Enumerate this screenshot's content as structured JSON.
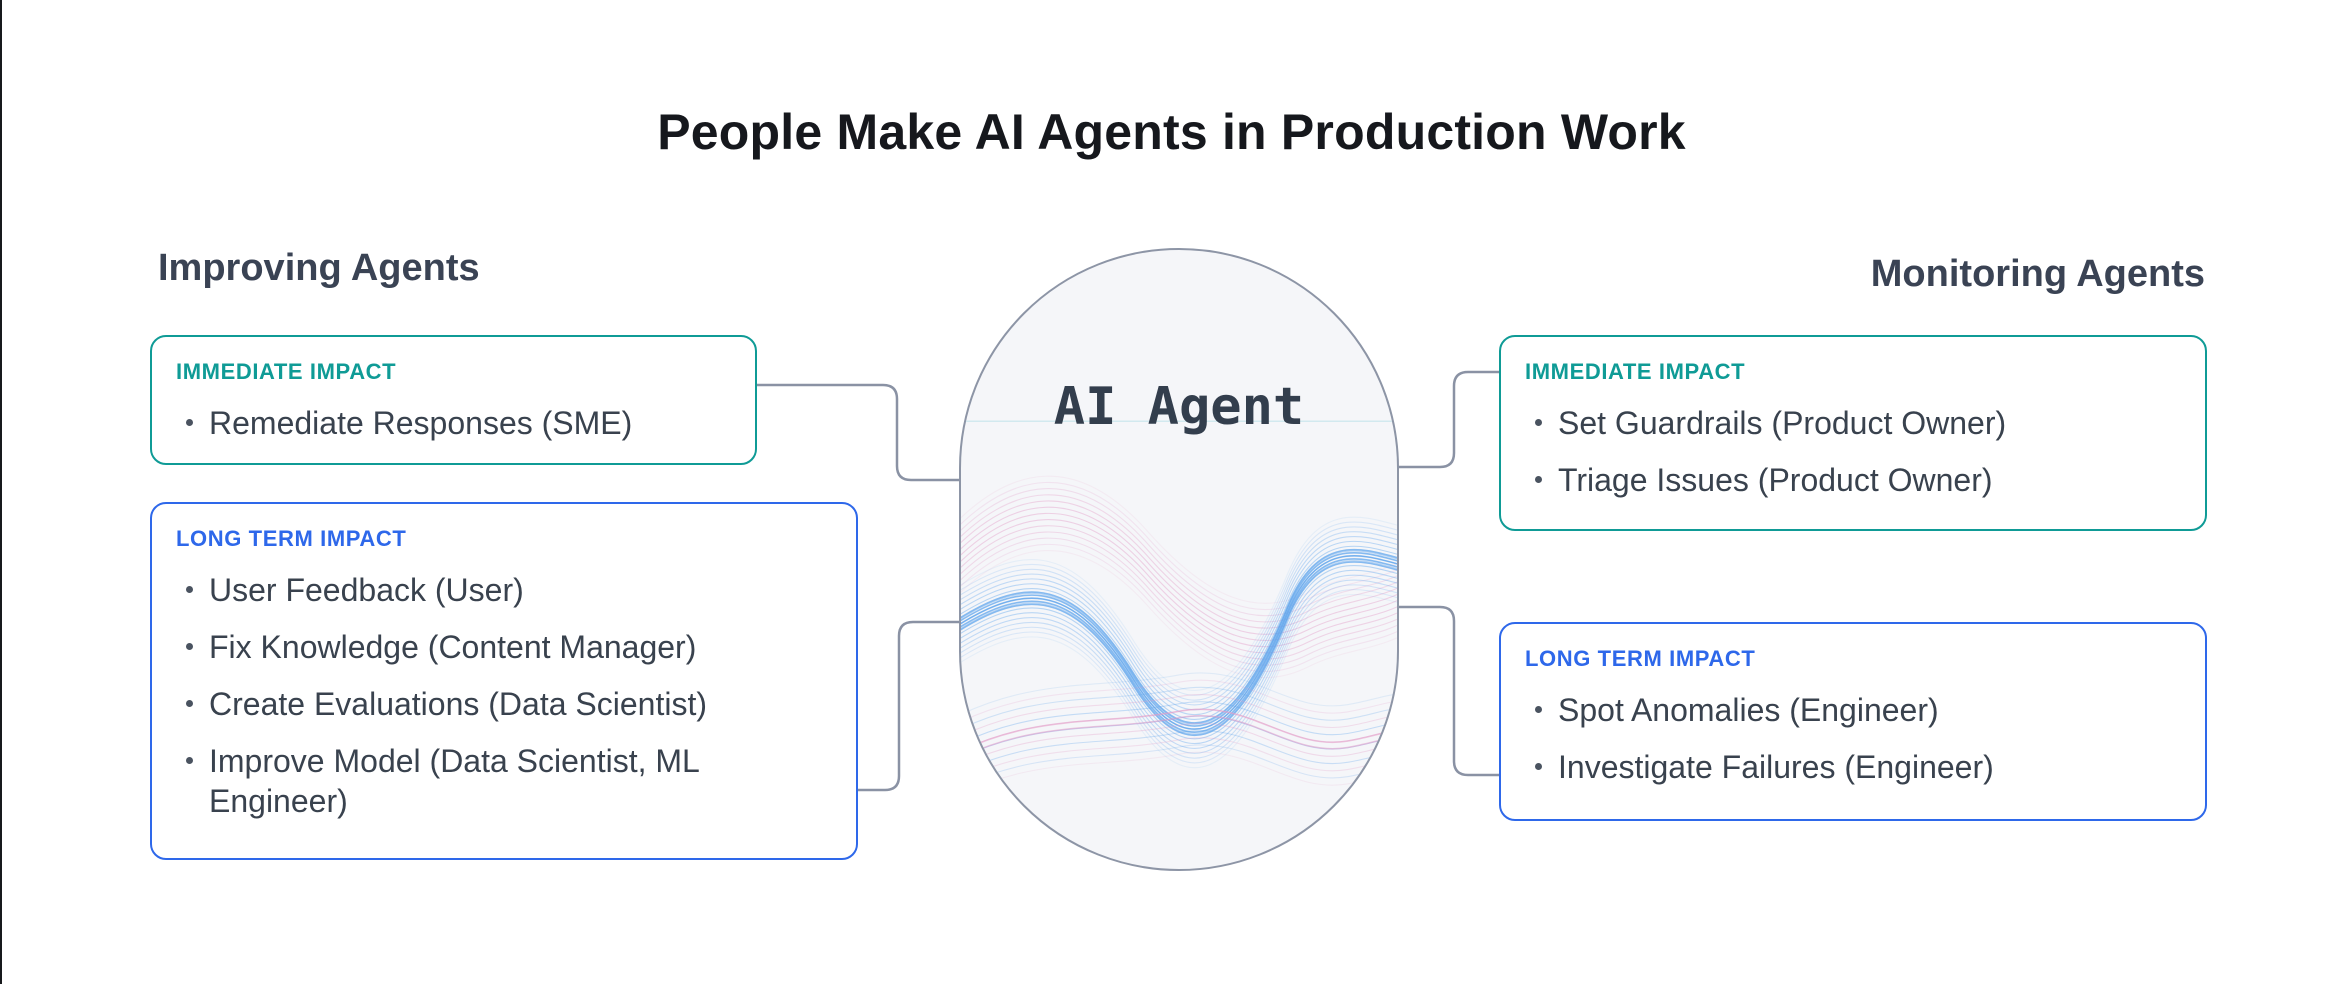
{
  "title": "People Make AI Agents in Production Work",
  "center": {
    "label": "AI Agent"
  },
  "left_section": {
    "heading": "Improving Agents",
    "boxes": [
      {
        "label": "IMMEDIATE IMPACT",
        "items": [
          "Remediate Responses (SME)"
        ]
      },
      {
        "label": "LONG TERM IMPACT",
        "items": [
          "User Feedback (User)",
          "Fix Knowledge (Content Manager)",
          "Create Evaluations (Data Scientist)",
          "Improve Model (Data Scientist, ML Engineer)"
        ]
      }
    ]
  },
  "right_section": {
    "heading": "Monitoring Agents",
    "boxes": [
      {
        "label": "IMMEDIATE IMPACT",
        "items": [
          "Set Guardrails (Product Owner)",
          "Triage Issues (Product Owner)"
        ]
      },
      {
        "label": "LONG TERM IMPACT",
        "items": [
          "Spot Anomalies (Engineer)",
          "Investigate Failures (Engineer)"
        ]
      }
    ]
  },
  "colors": {
    "immediate": "#0f9b96",
    "longterm": "#2e68ea",
    "connector": "#8a92a4",
    "heading_text": "#3a4354",
    "body_text": "#39424e",
    "title_text": "#16181d",
    "capsule_fill": "#f5f6f9",
    "capsule_border": "#8d95a6",
    "wave_pink": "#e39ac6",
    "wave_blue": "#5aa2ec"
  }
}
